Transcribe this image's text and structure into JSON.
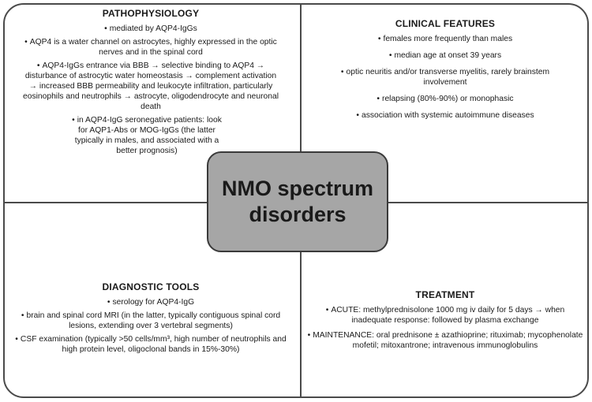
{
  "center": {
    "line1": "NMO spectrum",
    "line2": "disorders"
  },
  "quadrants": {
    "pathophysiology": {
      "title": "PATHOPHYSIOLOGY",
      "items": [
        "mediated  by AQP4-IgGs",
        "AQP4 is a water channel on astrocytes, highly expressed in the optic nerves and in the spinal cord",
        "AQP4-IgGs entrance via BBB → selective binding to AQP4 → disturbance of astrocytic water homeostasis → complement activation → increased BBB permeability and leukocyte infiltration, particularly eosinophils and neutrophils → astrocyte, oligodendrocyte and neuronal death",
        "in AQP4-IgG seronegative patients: look for AQP1-Abs or MOG-IgGs (the latter typically in males, and associated with a better prognosis)"
      ]
    },
    "clinical_features": {
      "title": "CLINICAL FEATURES",
      "items": [
        "females more frequently than males",
        "median age at onset 39 years",
        "optic neuritis and/or transverse myelitis, rarely brainstem involvement",
        "relapsing (80%-90%) or monophasic",
        "association with systemic autoimmune diseases"
      ]
    },
    "diagnostic_tools": {
      "title": "DIAGNOSTIC TOOLS",
      "items": [
        "serology for AQP4-IgG",
        "brain  and spinal cord MRI (in the latter, typically contiguous spinal cord lesions, extending over 3 vertebral segments)",
        "CSF examination (typically >50 cells/mm³, high number of neutrophils and high protein level, oligoclonal bands in 15%-30%)"
      ]
    },
    "treatment": {
      "title": "TREATMENT",
      "items": [
        "ACUTE: methylprednisolone 1000 mg iv daily for 5 days → when inadequate response: followed by plasma exchange",
        "MAINTENANCE: oral prednisone ± azathioprine; rituximab; mycophenolate mofetil; mitoxantrone; intravenous immunoglobulins"
      ]
    }
  },
  "bullet_glyph": "•"
}
